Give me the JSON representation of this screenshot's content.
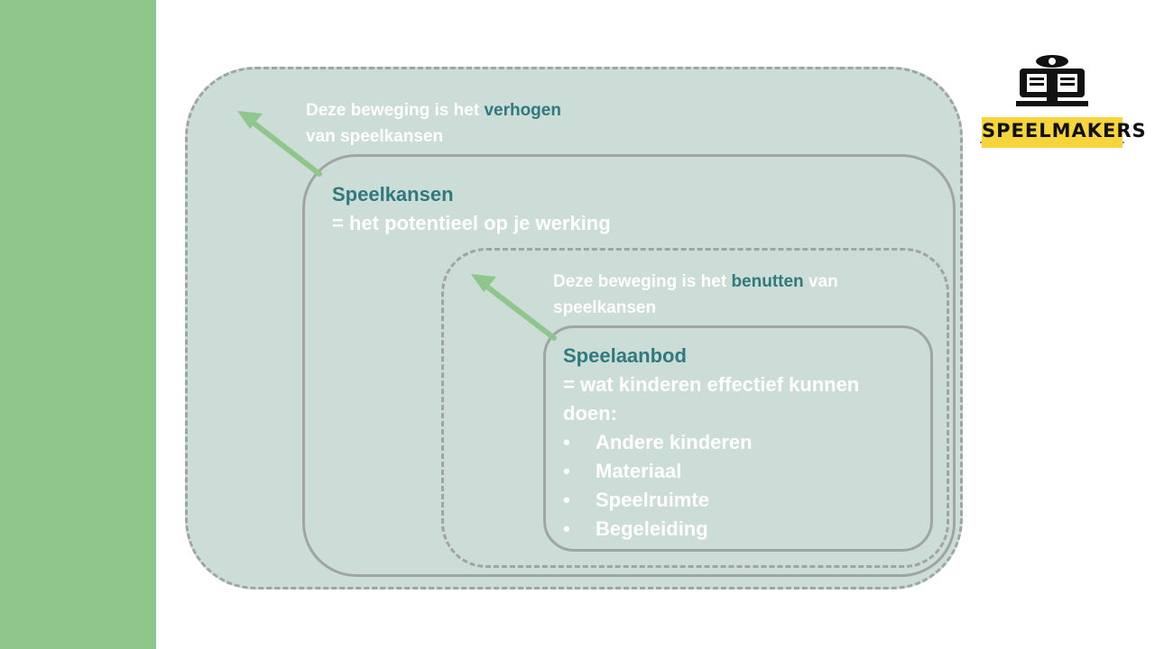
{
  "outer": {
    "caption_pre": "Deze beweging is het ",
    "caption_highlight": "verhogen",
    "caption_post": "van speelkansen"
  },
  "speelkansen": {
    "title": "Speelkansen",
    "definition": "= het potentieel op je werking"
  },
  "inner": {
    "caption_pre": "Deze beweging is het ",
    "caption_highlight": "benutten",
    "caption_post_line1": " van",
    "caption_post_line2": "speelkansen"
  },
  "speelaanbod": {
    "title": "Speelaanbod",
    "definition_line1": "= wat kinderen effectief kunnen",
    "definition_line2": "doen:",
    "items": [
      "Andere kinderen",
      "Materiaal",
      "Speelruimte",
      "Begeleiding"
    ]
  },
  "logo": {
    "wordmark": "SPEELMAKERS",
    "icon": "game-console-icon"
  },
  "colors": {
    "sidebar": "#8fc68b",
    "box_fill": "#ccdcd6",
    "border": "#9ea5a3",
    "highlight": "#2f7a7e",
    "arrow": "#8fc68b",
    "logo_band": "#f5d53b"
  }
}
